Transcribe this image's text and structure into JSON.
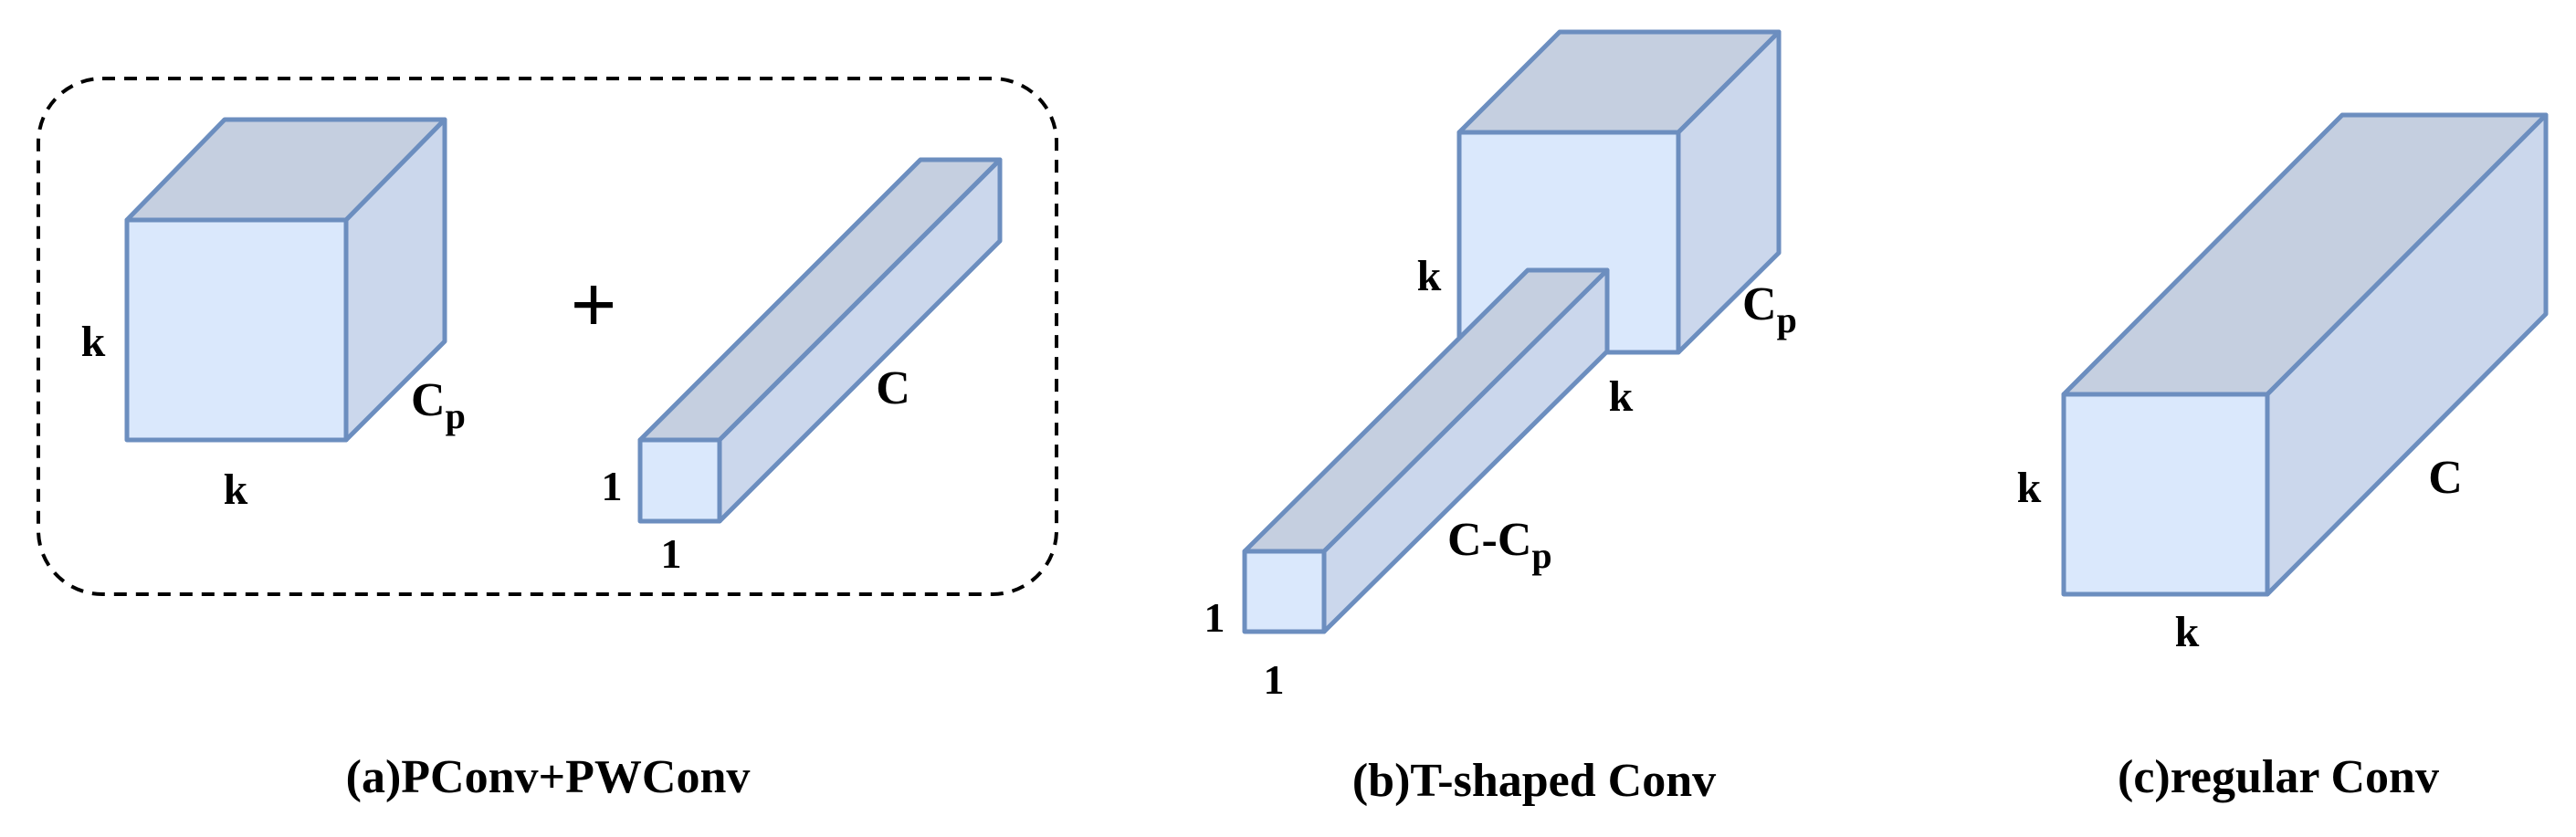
{
  "panels": {
    "a": {
      "caption": "(a)PConv+PWConv",
      "plus": "+",
      "cube": {
        "height_label": "k",
        "width_label": "k",
        "depth_label_main": "C",
        "depth_label_sub": "p"
      },
      "bar": {
        "height_label": "1",
        "width_label": "1",
        "depth_label": "C"
      }
    },
    "b": {
      "caption": "(b)T-shaped Conv",
      "cube": {
        "height_label": "k",
        "width_label": "k",
        "depth_label_main": "C",
        "depth_label_sub": "p"
      },
      "bar": {
        "height_label": "1",
        "width_label": "1",
        "depth_label_main": "C-C",
        "depth_label_sub": "p"
      }
    },
    "c": {
      "caption": "(c)regular Conv",
      "box": {
        "height_label": "k",
        "width_label": "k",
        "depth_label": "C"
      }
    }
  },
  "colors": {
    "edge": "#6c8ebf",
    "front": "#dae8fc",
    "side": "#cbd7ec",
    "top": "#c5cfe0",
    "text": "#000000"
  }
}
